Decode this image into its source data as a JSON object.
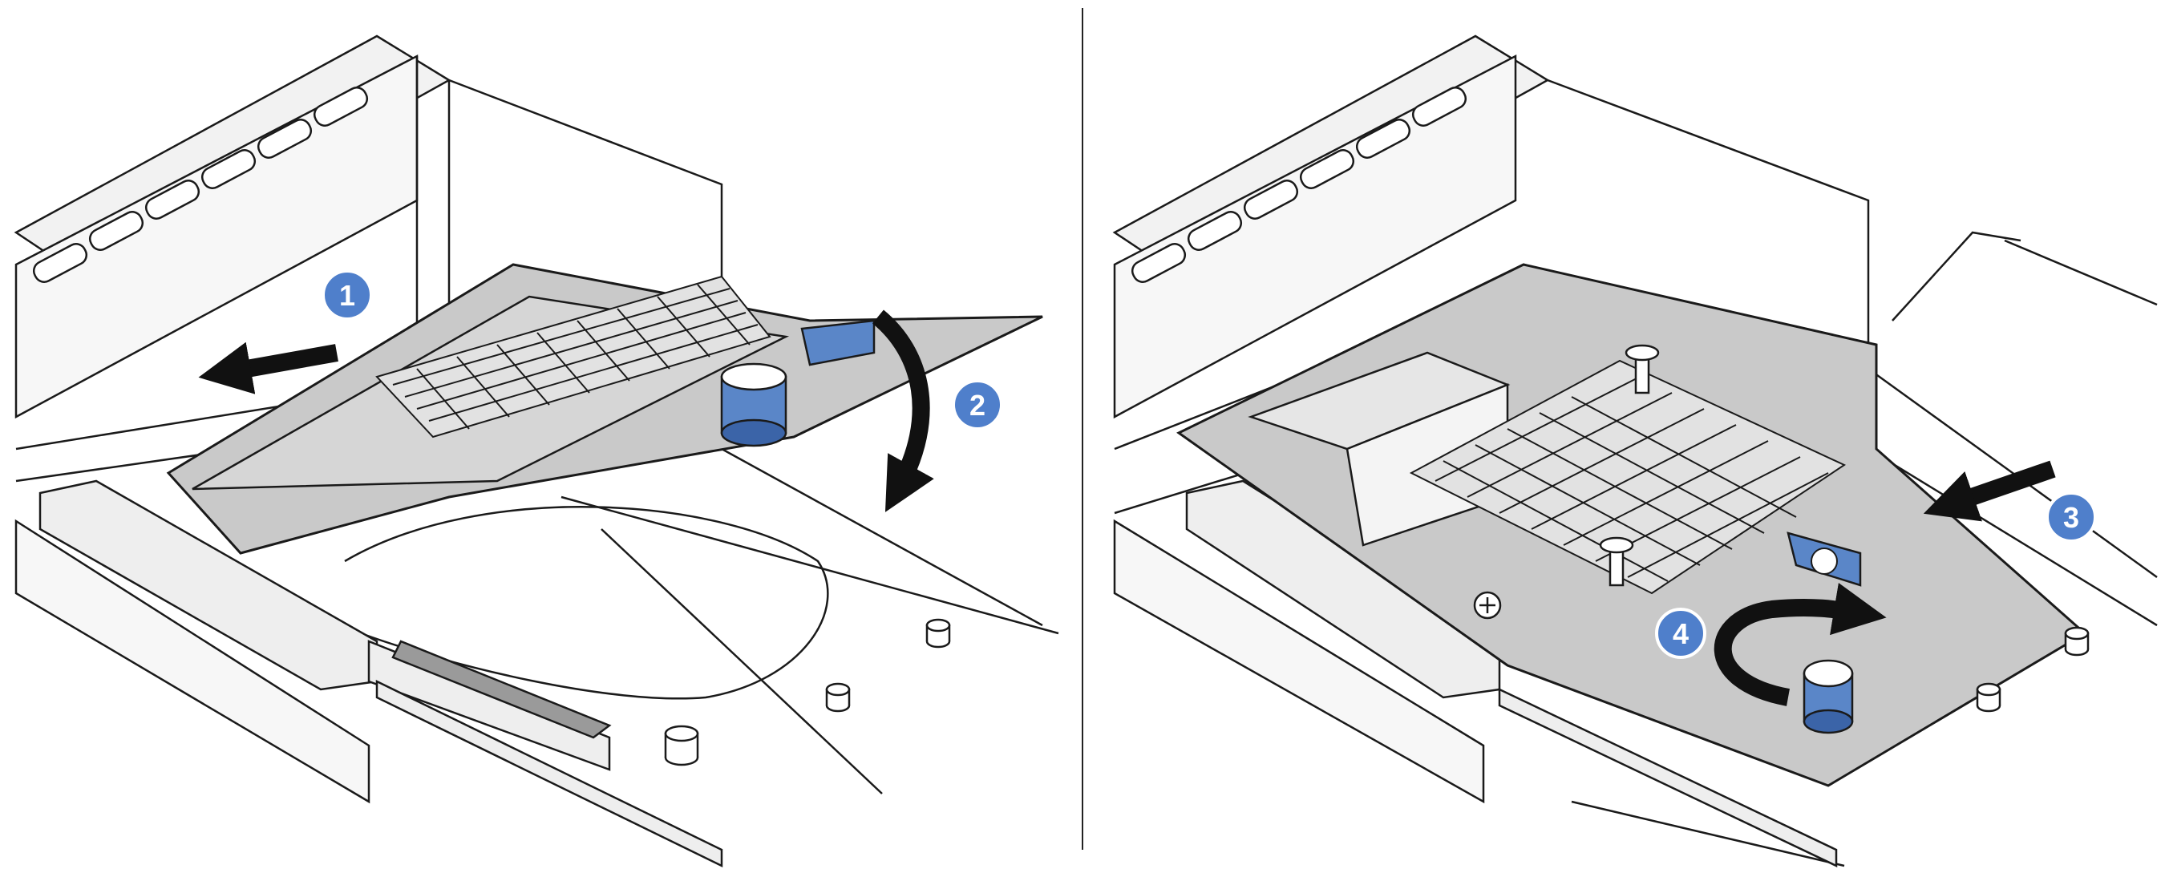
{
  "colors": {
    "background": "#ffffff",
    "line": "#1a1a1a",
    "metal_light": "#e6e6e6",
    "metal_mid": "#c7c7c7",
    "metal_dark": "#9c9c9c",
    "heatsink": "#d0d0d0",
    "latch_blue": "#5a86c8",
    "latch_blue_dark": "#3b64a8",
    "callout_blue": "#4f7fcb",
    "arrow_black": "#111111",
    "divider": "#222222"
  },
  "panels": [
    {
      "id": "left",
      "description_icon": "ocp-module-tilted-icon",
      "callouts": [
        {
          "number": "1",
          "action": "slide-in-arrow"
        },
        {
          "number": "2",
          "action": "rotate-down-arrow"
        }
      ]
    },
    {
      "id": "right",
      "description_icon": "ocp-module-seated-icon",
      "callouts": [
        {
          "number": "3",
          "action": "push-arrow"
        },
        {
          "number": "4",
          "action": "tighten-thumbscrew-arrow"
        }
      ]
    }
  ]
}
